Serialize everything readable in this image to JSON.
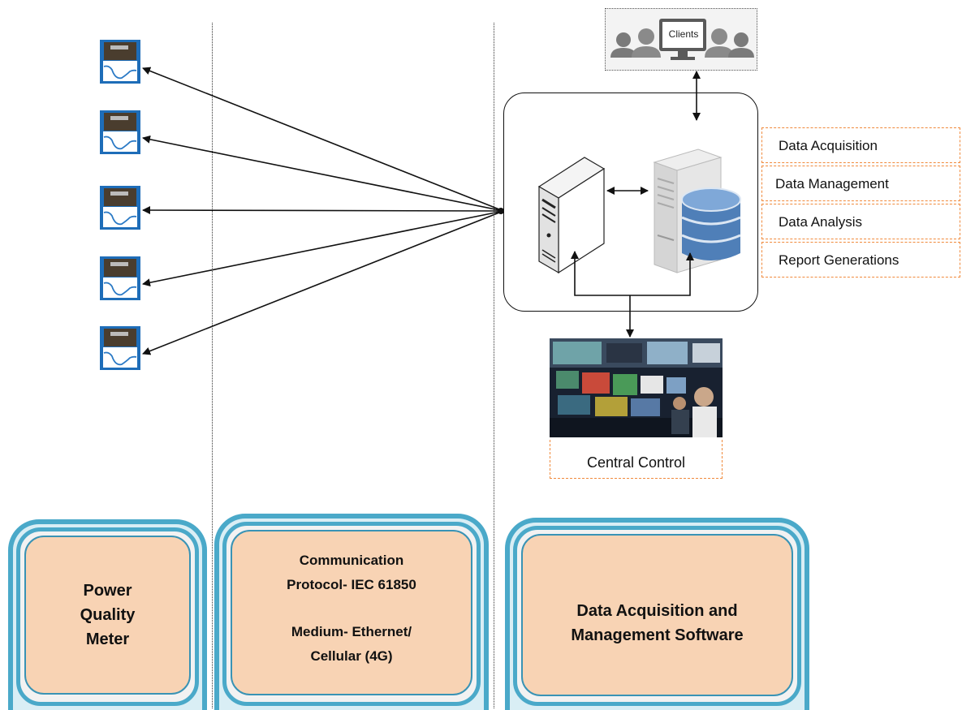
{
  "clients": {
    "label": "Clients"
  },
  "functions": [
    "Data Acquisition",
    "Data Management",
    "Data Analysis",
    "Report Generations"
  ],
  "central_control": {
    "label": "Central Control"
  },
  "columns": {
    "meter": {
      "lines": [
        "Power",
        "Quality",
        "Meter"
      ]
    },
    "communication": {
      "protocol_lines": [
        "Communication",
        "Protocol- IEC 61850"
      ],
      "medium_lines": [
        "Medium- Ethernet/",
        "Cellular (4G)"
      ]
    },
    "software": {
      "lines": [
        "Data Acquisition and",
        "Management Software"
      ]
    }
  },
  "colors": {
    "box_fill": "#f8d3b4",
    "box_border": "#4aa9c9",
    "dashed_orange": "#f08a3c",
    "database_blue": "#4f7fb8"
  }
}
